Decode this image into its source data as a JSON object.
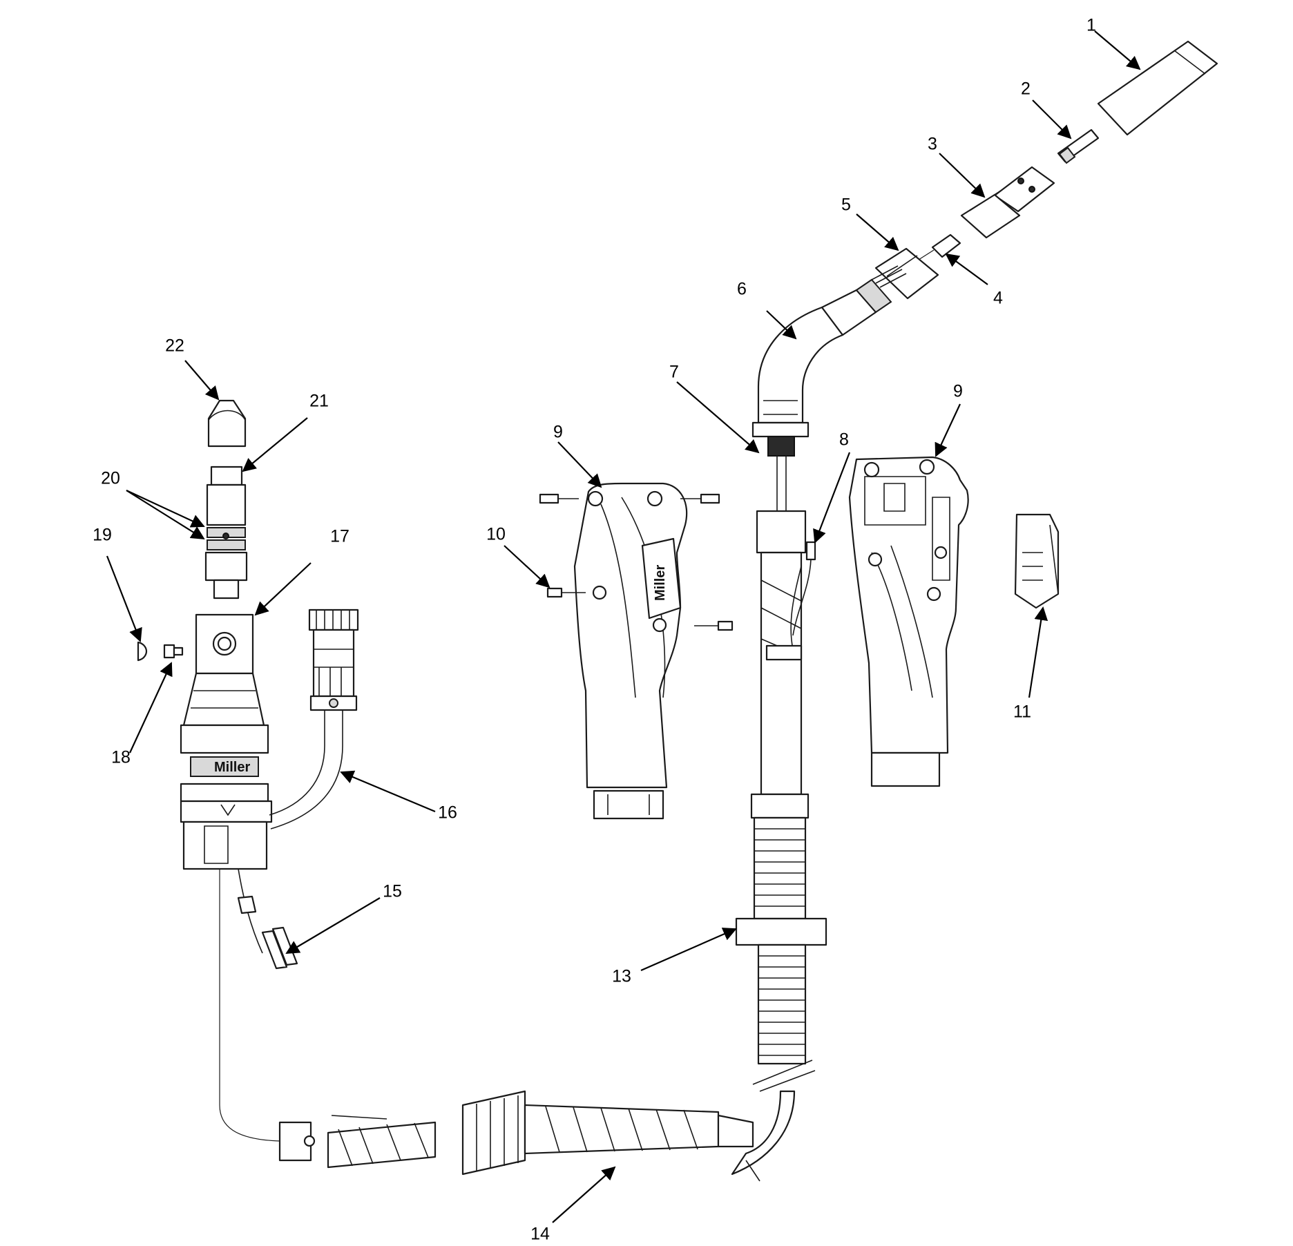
{
  "diagram": {
    "brand_logo_text": "Miller",
    "callouts": [
      {
        "id": "1",
        "label": "1"
      },
      {
        "id": "2",
        "label": "2"
      },
      {
        "id": "3",
        "label": "3"
      },
      {
        "id": "4",
        "label": "4"
      },
      {
        "id": "5",
        "label": "5"
      },
      {
        "id": "6",
        "label": "6"
      },
      {
        "id": "7",
        "label": "7"
      },
      {
        "id": "8",
        "label": "8"
      },
      {
        "id": "9a",
        "label": "9"
      },
      {
        "id": "9b",
        "label": "9"
      },
      {
        "id": "10",
        "label": "10"
      },
      {
        "id": "11",
        "label": "11"
      },
      {
        "id": "13",
        "label": "13"
      },
      {
        "id": "14",
        "label": "14"
      },
      {
        "id": "15",
        "label": "15"
      },
      {
        "id": "16",
        "label": "16"
      },
      {
        "id": "17",
        "label": "17"
      },
      {
        "id": "18",
        "label": "18"
      },
      {
        "id": "19",
        "label": "19"
      },
      {
        "id": "20",
        "label": "20"
      },
      {
        "id": "21",
        "label": "21"
      },
      {
        "id": "22",
        "label": "22"
      }
    ]
  }
}
